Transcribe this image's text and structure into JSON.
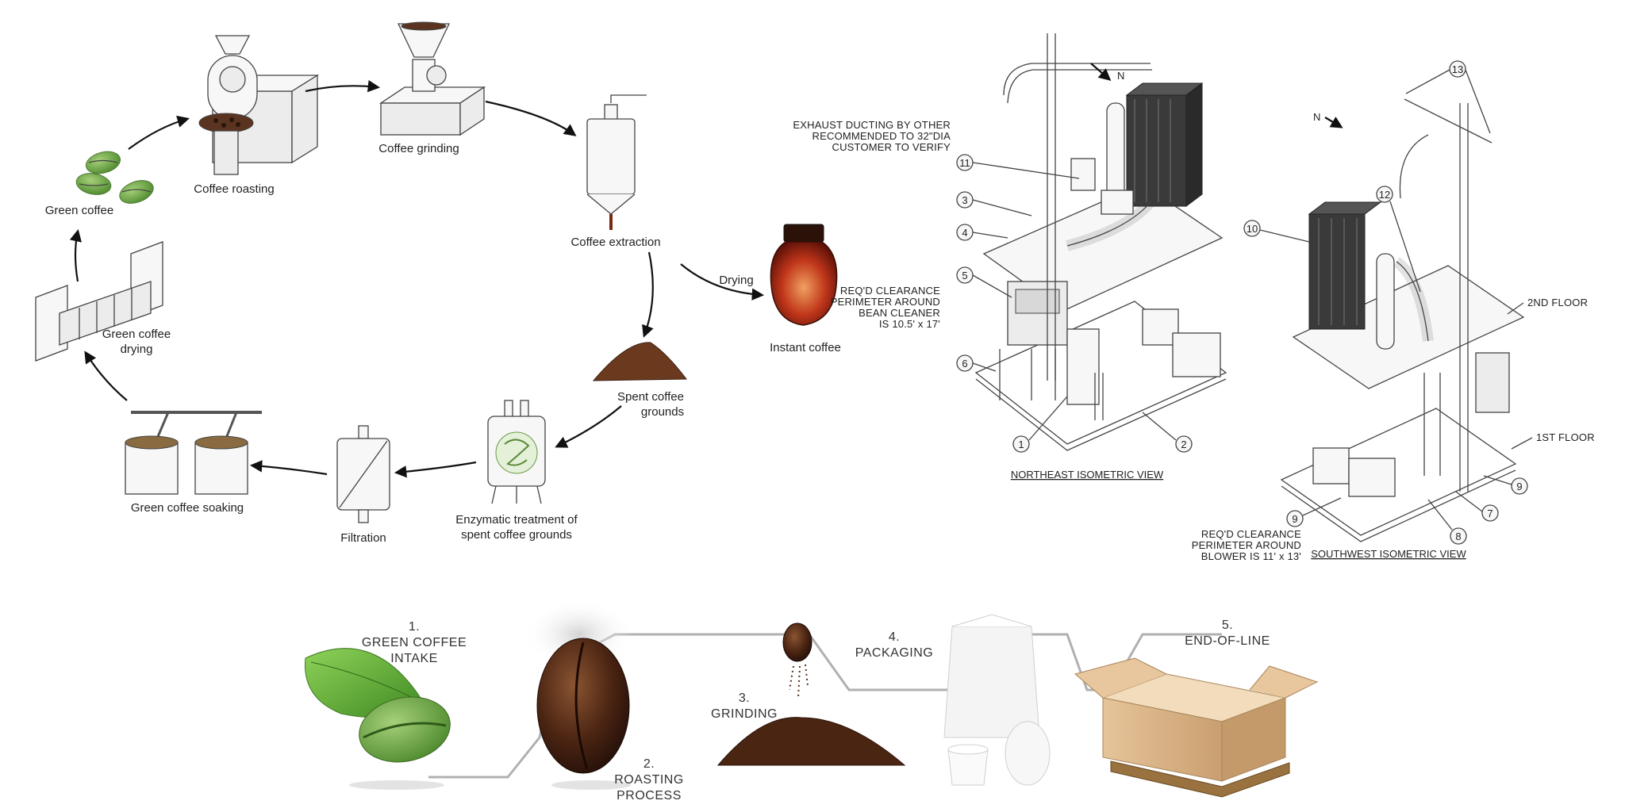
{
  "cycle": {
    "labels": {
      "green_coffee": "Green coffee",
      "roasting": "Coffee roasting",
      "grinding": "Coffee grinding",
      "extraction": "Coffee extraction",
      "drying": "Drying",
      "instant": "Instant coffee",
      "spent_1": "Spent coffee",
      "spent_2": "grounds",
      "enzymatic_1": "Enzymatic treatment of",
      "enzymatic_2": "spent coffee grounds",
      "filtration": "Filtration",
      "soaking": "Green coffee soaking",
      "gdrying_1": "Green coffee",
      "gdrying_2": "drying"
    }
  },
  "cad": {
    "north": "N",
    "exhaust_1": "EXHAUST DUCTING BY OTHER",
    "exhaust_2": "RECOMMENDED TO 32\"DIA",
    "exhaust_3": "CUSTOMER TO VERIFY",
    "clear_bean_1": "REQ'D CLEARANCE",
    "clear_bean_2": "PERIMETER AROUND",
    "clear_bean_3": "BEAN CLEANER",
    "clear_bean_4": "IS 10.5' x 17'",
    "ne_view": "NORTHEAST ISOMETRIC VIEW",
    "sw_view": "SOUTHWEST ISOMETRIC VIEW",
    "second_floor": "2ND FLOOR",
    "first_floor": "1ST FLOOR",
    "clear_blow_1": "REQ'D CLEARANCE",
    "clear_blow_2": "PERIMETER AROUND",
    "clear_blow_3": "BLOWER IS 11' x 13'",
    "n1": "1",
    "n2": "2",
    "n3": "3",
    "n4": "4",
    "n5": "5",
    "n6": "6",
    "n7": "7",
    "n8": "8",
    "n9a": "9",
    "n9b": "9",
    "n10": "10",
    "n11": "11",
    "n12": "12",
    "n13": "13"
  },
  "steps": {
    "s1_num": "1.",
    "s1_a": "GREEN COFFEE",
    "s1_b": "INTAKE",
    "s2_num": "2.",
    "s2_a": "ROASTING",
    "s2_b": "PROCESS",
    "s3_num": "3.",
    "s3_a": "GRINDING",
    "s4_num": "4.",
    "s4_a": "PACKAGING",
    "s5_num": "5.",
    "s5_a": "END-OF-LINE"
  },
  "colors": {
    "coffee_dark": "#3b1d10",
    "coffee_mid": "#6b3a1e",
    "leaf_green": "#5aa83a",
    "bean_green": "#7fae5f",
    "cardboard": "#d8b48a",
    "jar_red": "#c0361a"
  }
}
